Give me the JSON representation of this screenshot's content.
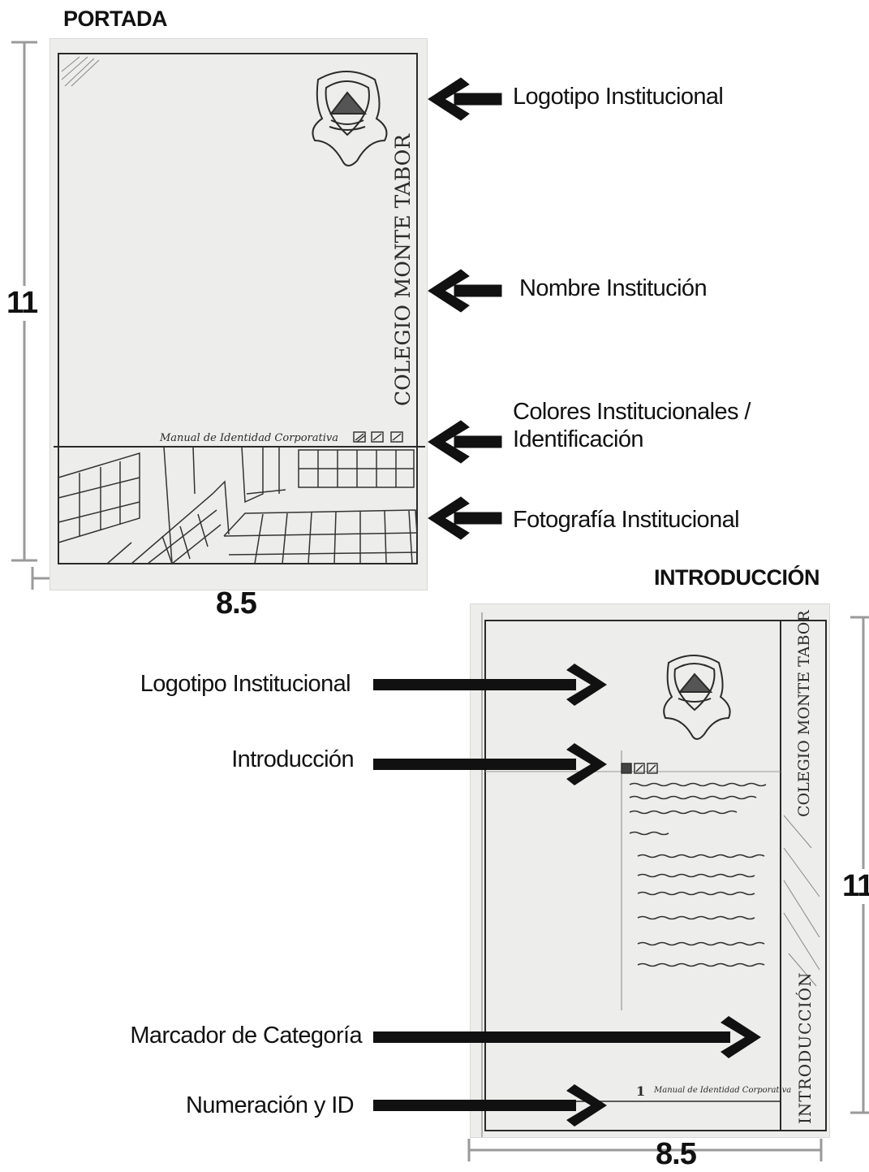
{
  "cover": {
    "heading": "PORTADA",
    "height_label": "11",
    "width_label": "8.5",
    "vertical_name": "COLEGIO MONTE TABOR",
    "footer_text": "Manual de Identidad Corporativa",
    "callouts": [
      "Logotipo Institucional",
      "Nombre Institución",
      "Colores Institucionales / Identificación",
      "Fotografía Institucional"
    ]
  },
  "intro": {
    "heading": "INTRODUCCIÓN",
    "height_label": "11",
    "width_label": "8.5",
    "vertical_name": "COLEGIO MONTE TABOR",
    "category_marker": "INTRODUCCIÓN",
    "page_number": "1",
    "footer_text": "Manual de Identidad Corporativa",
    "callouts": [
      "Logotipo Institucional",
      "Introducción",
      "Marcador de Categoría",
      "Numeración y ID"
    ]
  },
  "colors": {
    "paper": "#ededeb",
    "pencil": "#2b2b2b",
    "arrow": "#111111",
    "dimension_line": "#9a9a9a"
  }
}
